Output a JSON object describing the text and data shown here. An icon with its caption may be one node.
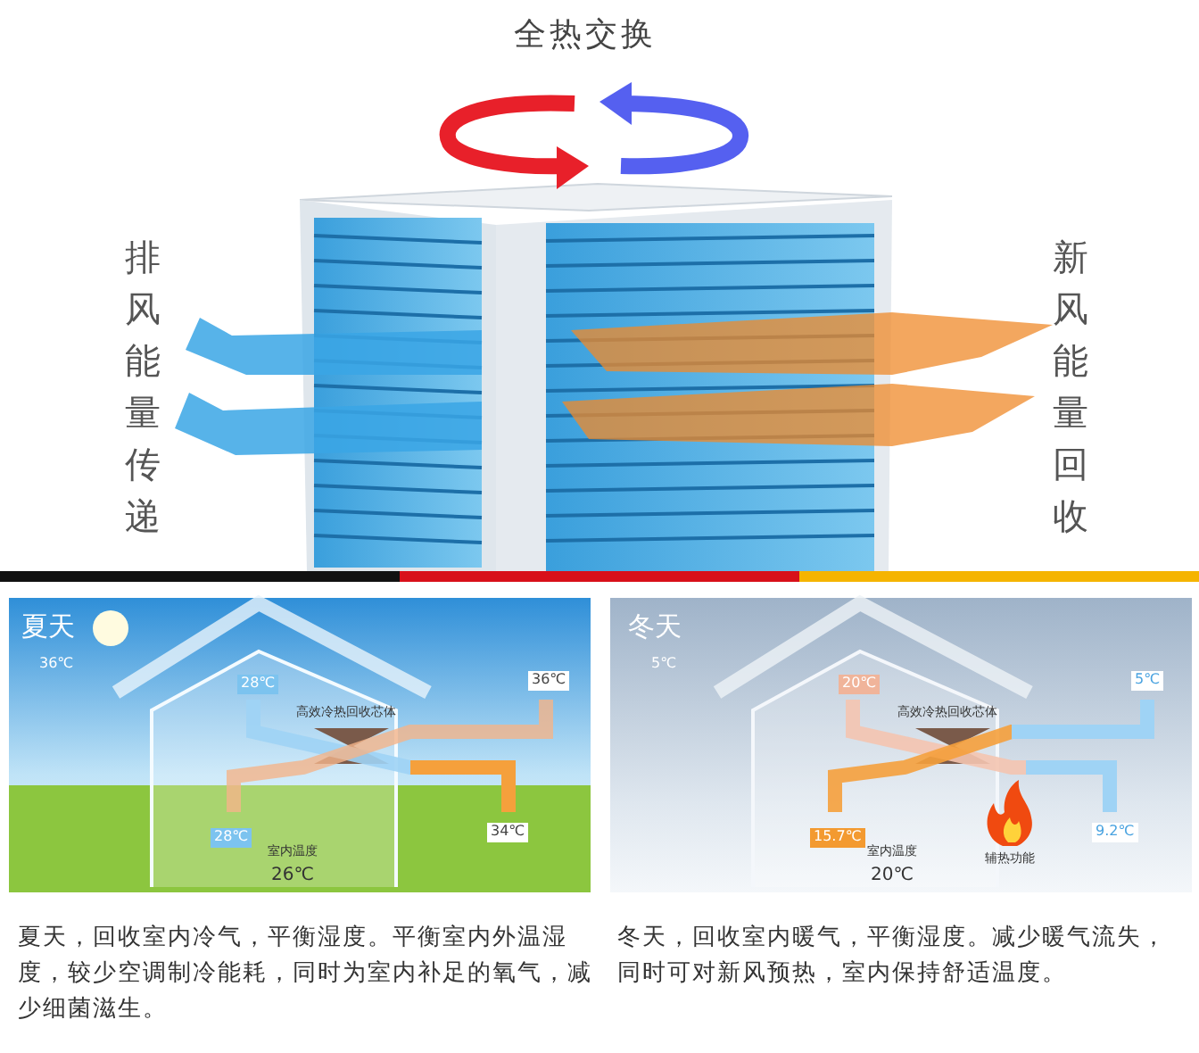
{
  "diagram": {
    "labels": [
      "全热交换",
      "排风能量传递",
      "新风能量回收",
      "夏天",
      "36℃",
      "28℃",
      "36℃",
      "高效冷热回收芯体",
      "28℃",
      "34℃",
      "室内温度",
      "26℃",
      "冬天",
      "5℃",
      "20℃",
      "5℃",
      "高效冷热回收芯体",
      "15.7℃",
      "辅热功能",
      "9.2℃",
      "室内温度",
      "20℃",
      "夏天，回收室内冷气，平衡湿度。平衡室内外温湿度，较少空调制冷能耗，同时为室内补足的氧气，减少细菌滋生。",
      "冬天，回收室内暖气，平衡湿度。减少暖气流失，同时可对新风预热，室内保持舒适温度。"
    ]
  }
}
